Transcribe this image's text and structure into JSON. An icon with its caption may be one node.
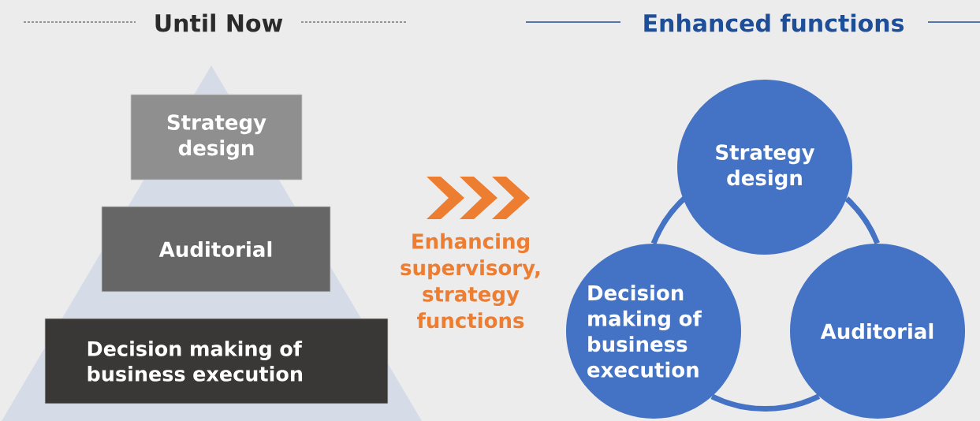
{
  "diagram": {
    "nodes": [
      {
        "text": [
          "Strategy design"
        ]
      },
      {
        "text": [
          "Auditorial"
        ]
      },
      {
        "text": [
          "Decision making of business execution"
        ]
      },
      {
        "text": [
          "Strategy design"
        ]
      },
      {
        "text": [
          "Decision making of business execution"
        ]
      },
      {
        "text": [
          "Auditorial"
        ]
      }
    ],
    "edges": [
      {
        "from": 3,
        "to": 5,
        "arrow": "none"
      },
      {
        "from": 5,
        "to": 4,
        "arrow": "none"
      },
      {
        "from": 4,
        "to": 3,
        "arrow": "none"
      }
    ],
    "labels": [
      "Until Now",
      "Enhanced functions",
      "Enhancing supervisory, strategy functions"
    ]
  }
}
